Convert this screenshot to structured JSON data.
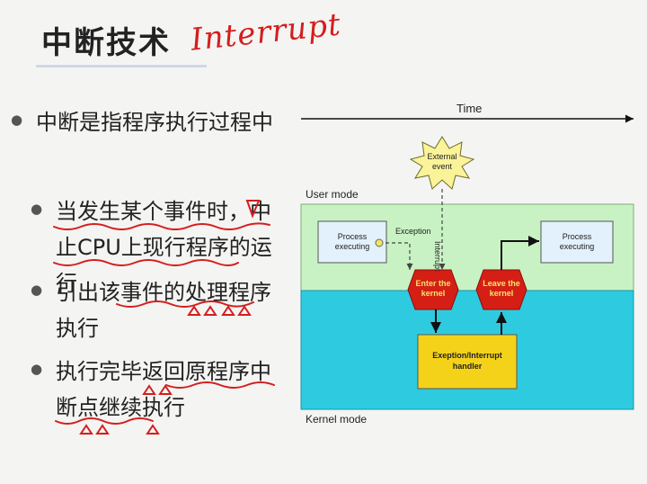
{
  "title": "中断技术",
  "handwritten_note": "Interrupt",
  "bullets": [
    {
      "text": "中断是指程序执行过程中"
    },
    {
      "text": "当发生某个事件时，中止CPU上现行程序的运行"
    },
    {
      "text": "引出该事件的处理程序执行"
    },
    {
      "text": "执行完毕返回原程序中断点继续执行"
    }
  ],
  "diagram": {
    "time_label": "Time",
    "user_mode": "User mode",
    "kernel_mode": "Kernel mode",
    "external_event": [
      "External",
      "event"
    ],
    "process_left": [
      "Process",
      "executing"
    ],
    "process_right": [
      "Process",
      "executing"
    ],
    "exception_label": "Exception",
    "interrupt_label": "Interrupt",
    "enter_kernel": [
      "Enter the",
      "kernel"
    ],
    "leave_kernel": [
      "Leave the",
      "kernel"
    ],
    "handler": [
      "Exeption/Interrupt",
      "handler"
    ],
    "colors": {
      "user_bg": "#c9f2c4",
      "kernel_bg": "#2ecbe0",
      "hex_red": "#d51f15",
      "hex_text": "#f4e36a",
      "handler_bg": "#f5d21a",
      "starburst": "#fbf39a",
      "process_bg": "#e2f1fb"
    }
  }
}
